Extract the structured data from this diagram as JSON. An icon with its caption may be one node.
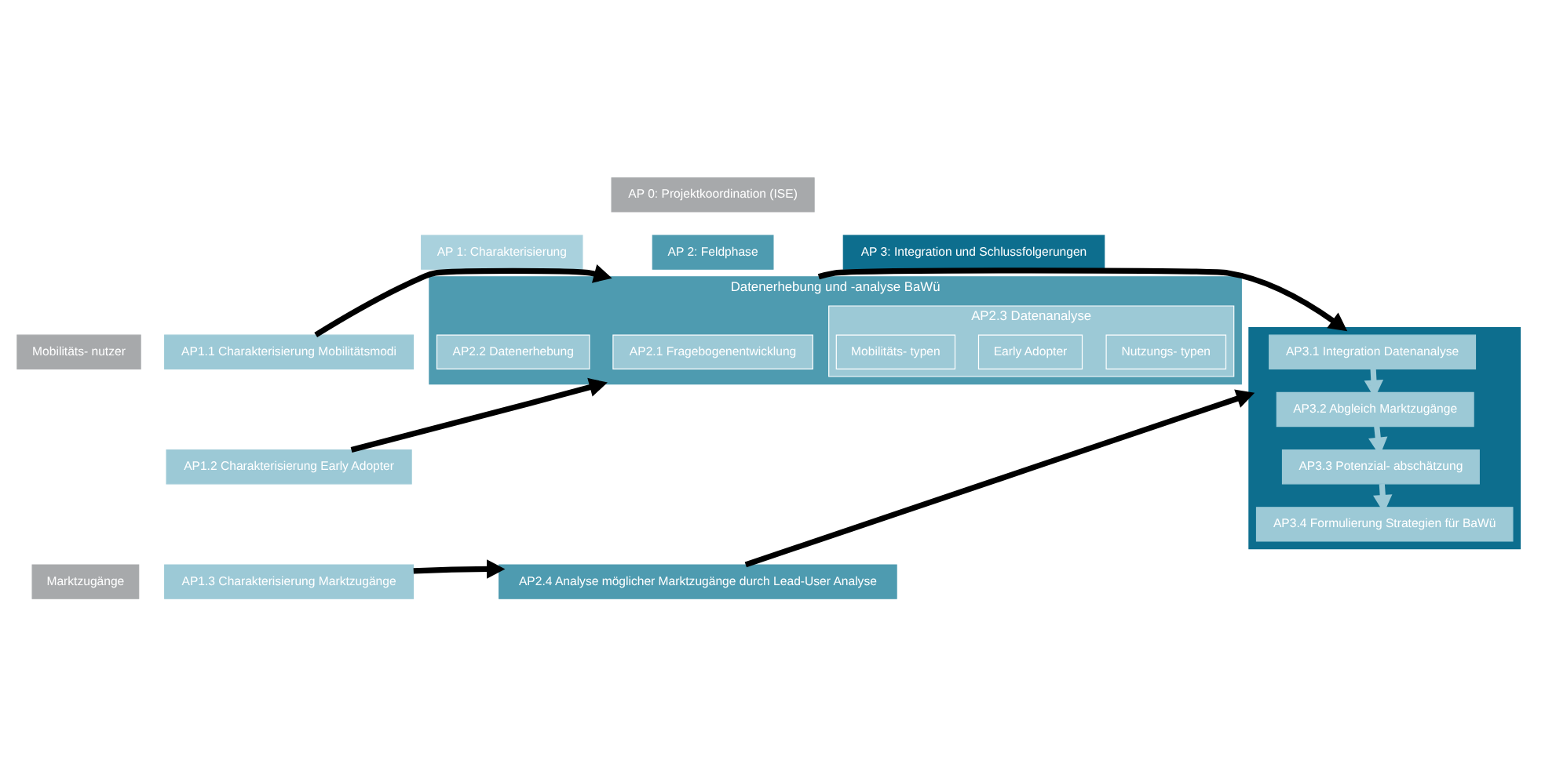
{
  "diagram": {
    "nodes": [
      {
        "text": [
          "AP 0: Projektkoordination (ISE)"
        ]
      },
      {
        "text": [
          "AP 1: Charakterisierung"
        ]
      },
      {
        "text": [
          "AP 2: Feldphase"
        ]
      },
      {
        "text": [
          "AP 3: Integration und Schlussfolgerungen"
        ]
      },
      {
        "text": [
          "Mobilitäts- nutzer"
        ]
      },
      {
        "text": [
          "AP1.1 Charakterisierung Mobilitätsmodi"
        ]
      },
      {
        "text": [
          "AP1.2 Charakterisierung Early Adopter"
        ]
      },
      {
        "text": [
          "Marktzugänge"
        ]
      },
      {
        "text": [
          "AP1.3 Charakterisierung Marktzugänge"
        ]
      },
      {
        "text": [
          "Datenerhebung und -analyse BaWü"
        ]
      },
      {
        "text": [
          "AP2.1 Fragebogenentwicklung"
        ],
        "in": 9
      },
      {
        "text": [
          "AP2.2 Datenerhebung"
        ],
        "in": 9
      },
      {
        "text": [
          "AP2.3 Datenanalyse"
        ],
        "in": 9
      },
      {
        "text": [
          "Nutzungs- typen"
        ],
        "in": 12
      },
      {
        "text": [
          "Early Adopter"
        ],
        "in": 12
      },
      {
        "text": [
          "Mobilitäts- typen"
        ],
        "in": 12
      },
      {
        "text": [
          "AP2.4 Analyse möglicher Marktzugänge durch Lead-User Analyse"
        ]
      },
      {
        "text": [],
        "shape": "box"
      },
      {
        "text": [
          "AP3.1 Integration Datenanalyse"
        ],
        "in": 17
      },
      {
        "text": [
          "AP3.2 Abgleich Marktzugänge"
        ],
        "in": 17
      },
      {
        "text": [
          "AP3.3 Potenzial- abschätzung"
        ],
        "in": 17
      },
      {
        "text": [
          "AP3.4 Formulierung Strategien für BaWü"
        ],
        "in": 17
      }
    ],
    "edges": [
      {
        "from": 5,
        "to": 9,
        "arrow": "to"
      },
      {
        "from": 6,
        "to": 9,
        "arrow": "to"
      },
      {
        "from": 8,
        "to": 16,
        "arrow": "to"
      },
      {
        "from": 9,
        "to": 17,
        "arrow": "to"
      },
      {
        "from": 16,
        "to": 17,
        "arrow": "to"
      },
      {
        "from": 18,
        "to": 19,
        "arrow": "to",
        "color": "#9cc9d6"
      },
      {
        "from": 19,
        "to": 20,
        "arrow": "to",
        "color": "#9cc9d6"
      },
      {
        "from": 20,
        "to": 21,
        "arrow": "to",
        "color": "#9cc9d6"
      }
    ]
  }
}
